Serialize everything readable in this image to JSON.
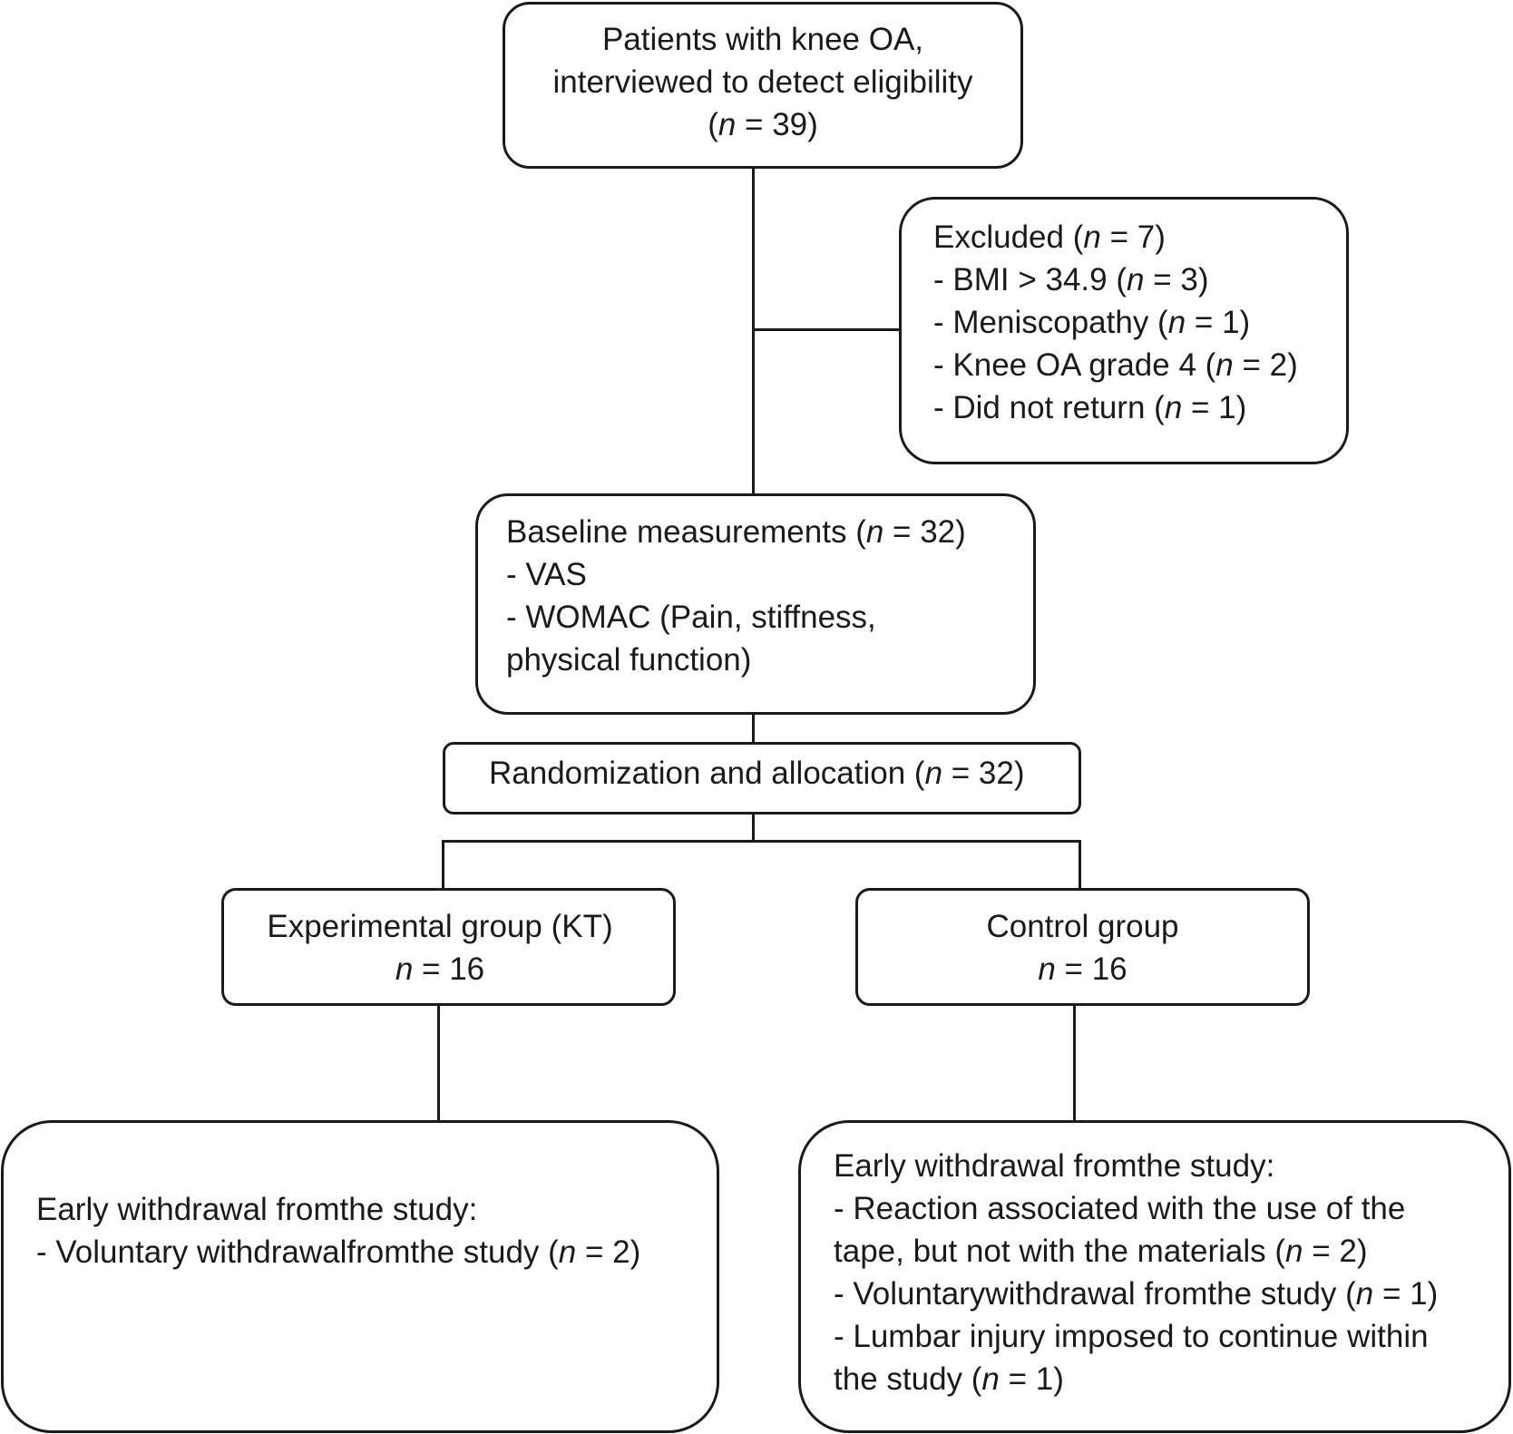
{
  "screening": {
    "line1": "Patients with knee OA,",
    "line2": "interviewed to detect eligibility",
    "n_prefix": "(",
    "n_var": "n",
    "n_value": " = 39)"
  },
  "excluded": {
    "title_text": "Excluded (",
    "title_var": "n",
    "title_value": " = 7)",
    "items": [
      {
        "text": "- BMI > 34.9 (",
        "var": "n",
        "value": " = 3)"
      },
      {
        "text": "- Meniscopathy (",
        "var": "n",
        "value": " = 1)"
      },
      {
        "text": "- Knee OA grade 4 (",
        "var": "n",
        "value": " = 2)"
      },
      {
        "text": "- Did not return (",
        "var": "n",
        "value": " = 1)"
      }
    ]
  },
  "baseline": {
    "title_text": "Baseline measurements (",
    "title_var": "n",
    "title_value": " = 32)",
    "item1": "- VAS",
    "item2": "- WOMAC (Pain, stiffness,",
    "item3": "physical function)"
  },
  "randomization": {
    "text": "Randomization and allocation (",
    "var": "n",
    "value": " = 32)"
  },
  "experimental": {
    "title": "Experimental group (KT)",
    "n_var": "n",
    "n_value": " = 16"
  },
  "control": {
    "title": "Control group",
    "n_var": "n",
    "n_value": " = 16"
  },
  "withdrawal_experimental": {
    "heading": "Early withdrawal fromthe study:",
    "item1_text": "- Voluntary withdrawalfromthe study (",
    "item1_var": "n",
    "item1_value": " = 2)"
  },
  "withdrawal_control": {
    "heading": "Early withdrawal fromthe study:",
    "item1": "- Reaction associated with the use of the",
    "item2_text": "tape, but not with the materials (",
    "item2_var": "n",
    "item2_value": " = 2)",
    "item3_text": "- Voluntarywithdrawal fromthe study (",
    "item3_var": "n",
    "item3_value": " = 1)",
    "item4": "- Lumbar injury imposed to continue within",
    "item5_text": "the study (",
    "item5_var": "n",
    "item5_value": " = 1)"
  }
}
